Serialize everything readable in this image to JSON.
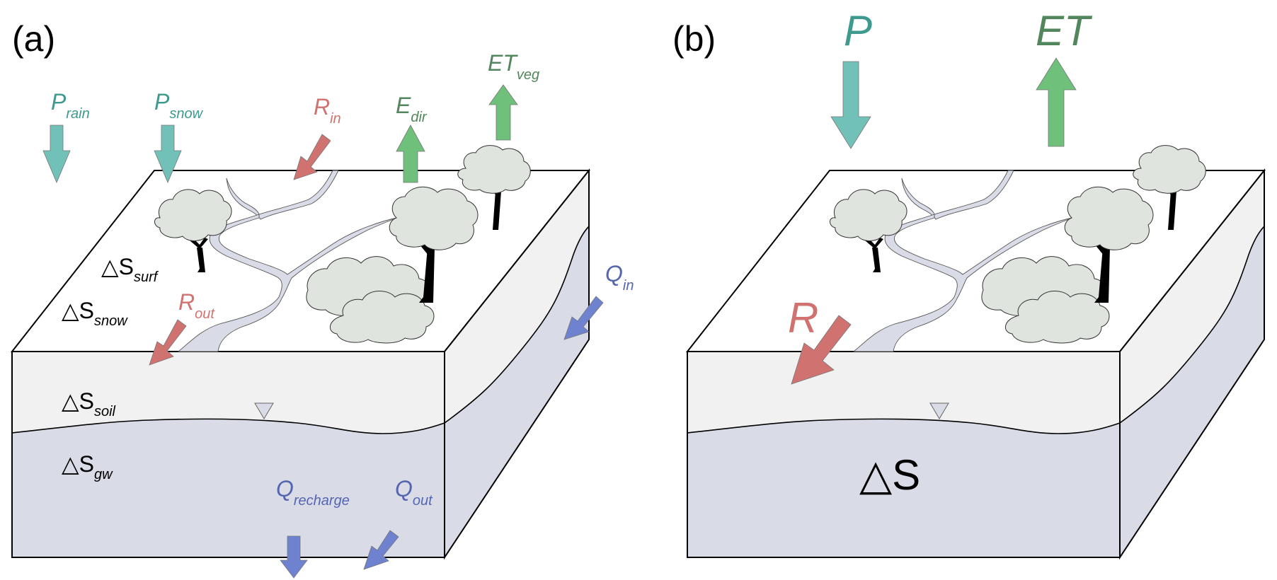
{
  "colors": {
    "precip": "#72c1b8",
    "precip_text": "#3e9a8e",
    "et": "#6fc07a",
    "et_text": "#52865c",
    "runoff": "#d07370",
    "runoff_text": "#d07370",
    "groundwater": "#6f82cf",
    "groundwater_text": "#5566b0",
    "soil_face": "#f1f1f1",
    "water_face": "#d9dbe6",
    "top_face": "#ffffff",
    "foliage": "#dfe4df",
    "stream": "#d9dbe6",
    "outline": "#000000"
  },
  "panel_a": {
    "label": "(a)",
    "fluxes": [
      {
        "id": "p-rain",
        "main": "P",
        "sub": "rain",
        "kind": "precip",
        "direction": "down"
      },
      {
        "id": "p-snow",
        "main": "P",
        "sub": "snow",
        "kind": "precip",
        "direction": "down"
      },
      {
        "id": "r-in",
        "main": "R",
        "sub": "in",
        "kind": "runoff",
        "direction": "down-left"
      },
      {
        "id": "e-dir",
        "main": "E",
        "sub": "dir",
        "kind": "et",
        "direction": "up"
      },
      {
        "id": "et-veg",
        "main": "ET",
        "sub": "veg",
        "kind": "et",
        "direction": "up"
      },
      {
        "id": "r-out",
        "main": "R",
        "sub": "out",
        "kind": "runoff",
        "direction": "down-left"
      },
      {
        "id": "q-in",
        "main": "Q",
        "sub": "in",
        "kind": "groundwater",
        "direction": "down-left"
      },
      {
        "id": "q-recharge",
        "main": "Q",
        "sub": "recharge",
        "kind": "groundwater",
        "direction": "down"
      },
      {
        "id": "q-out",
        "main": "Q",
        "sub": "out",
        "kind": "groundwater",
        "direction": "down-left"
      }
    ],
    "storages": [
      {
        "id": "ds-surf",
        "symbol": "△S",
        "sub": "surf"
      },
      {
        "id": "ds-snow",
        "symbol": "△S",
        "sub": "snow"
      },
      {
        "id": "ds-soil",
        "symbol": "△S",
        "sub": "soil"
      },
      {
        "id": "ds-gw",
        "symbol": "△S",
        "sub": "gw"
      }
    ]
  },
  "panel_b": {
    "label": "(b)",
    "fluxes": [
      {
        "id": "p",
        "main": "P",
        "kind": "precip",
        "direction": "down"
      },
      {
        "id": "et",
        "main": "ET",
        "kind": "et",
        "direction": "up"
      },
      {
        "id": "r",
        "main": "R",
        "kind": "runoff",
        "direction": "down-left"
      }
    ],
    "storages": [
      {
        "id": "ds",
        "symbol": "△S"
      }
    ]
  }
}
